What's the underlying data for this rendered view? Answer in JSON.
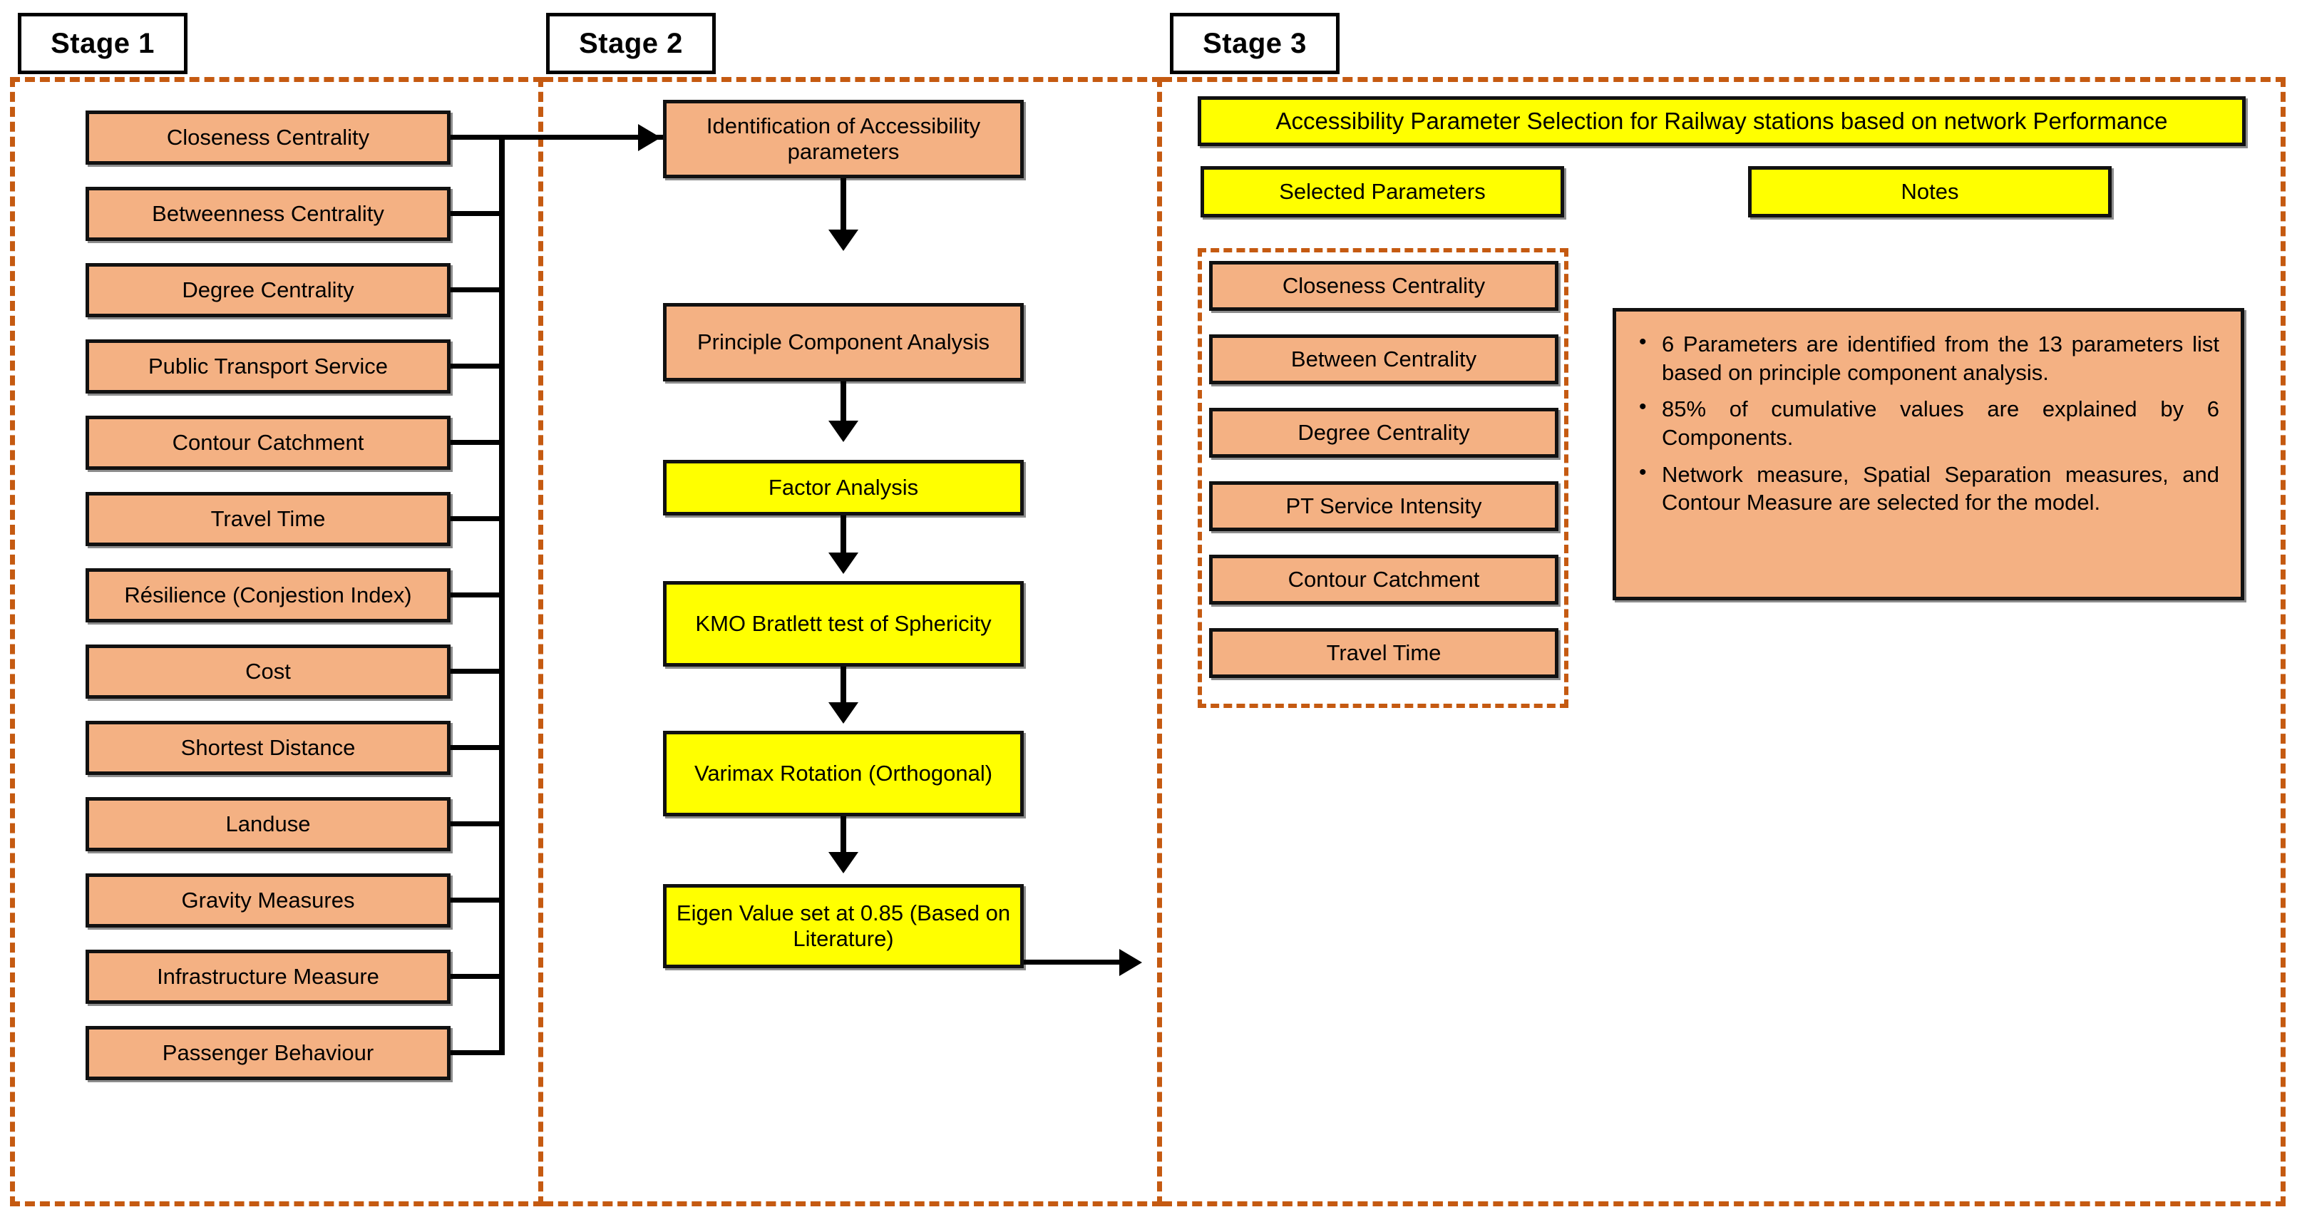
{
  "stages": [
    {
      "label": "Stage 1"
    },
    {
      "label": "Stage 2"
    },
    {
      "label": "Stage 3"
    }
  ],
  "stage1": {
    "parameters": [
      {
        "label": "Closeness Centrality"
      },
      {
        "label": "Betweenness Centrality"
      },
      {
        "label": "Degree Centrality"
      },
      {
        "label": "Public Transport Service"
      },
      {
        "label": "Contour Catchment"
      },
      {
        "label": "Travel Time"
      },
      {
        "label": "Résilience (Conjestion Index)"
      },
      {
        "label": "Cost"
      },
      {
        "label": "Shortest Distance"
      },
      {
        "label": "Landuse"
      },
      {
        "label": "Gravity Measures"
      },
      {
        "label": "Infrastructure Measure"
      },
      {
        "label": "Passenger Behaviour"
      }
    ]
  },
  "stage2": {
    "steps": [
      {
        "label": "Identification of Accessibility parameters",
        "color": "orange"
      },
      {
        "label": "Principle Component Analysis",
        "color": "orange"
      },
      {
        "label": "Factor Analysis",
        "color": "yellow"
      },
      {
        "label": "KMO Bratlett test of Sphericity",
        "color": "yellow"
      },
      {
        "label": "Varimax Rotation (Orthogonal)",
        "color": "yellow"
      },
      {
        "label": "Eigen Value set at 0.85 (Based on Literature)",
        "color": "yellow"
      }
    ]
  },
  "stage3": {
    "title": "Accessibility Parameter Selection for Railway stations based on network Performance",
    "selected_header": "Selected Parameters",
    "notes_header": "Notes",
    "selected_parameters": [
      {
        "label": "Closeness Centrality"
      },
      {
        "label": "Between Centrality"
      },
      {
        "label": "Degree Centrality"
      },
      {
        "label": "PT Service Intensity"
      },
      {
        "label": "Contour Catchment"
      },
      {
        "label": "Travel Time"
      }
    ],
    "notes": [
      "6 Parameters are identified from the 13 parameters list based on principle component analysis.",
      "85% of cumulative values are explained by 6 Components.",
      "Network measure, Spatial Separation measures, and Contour Measure are selected for the model."
    ]
  },
  "colors": {
    "orange_fill": "#F4B183",
    "yellow_fill": "#FFFF00",
    "dashed_border": "#C55A11",
    "outline": "#111111",
    "background": "#FFFFFF"
  }
}
